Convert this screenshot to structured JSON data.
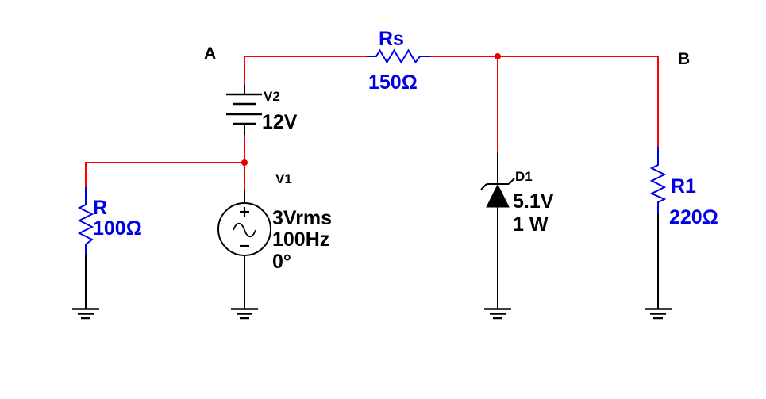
{
  "canvas": {
    "background": "#ffffff",
    "wire_color": "#ff0000",
    "component_color": "#0000f0",
    "label_blue": "#0000e0",
    "black": "#000000",
    "junction_color": "#e60000"
  },
  "nodes": {
    "a": "A",
    "b": "B"
  },
  "components": {
    "rs": {
      "ref": "Rs",
      "value": "150Ω"
    },
    "v2": {
      "ref": "V2",
      "value": "12V"
    },
    "v1": {
      "ref": "V1",
      "value_line1": "3Vrms",
      "value_line2": "100Hz",
      "value_line3": "0°",
      "plus": "+",
      "minus": "−"
    },
    "d1": {
      "ref": "D1",
      "value_line1": "5.1V",
      "value_line2": "1 W"
    },
    "r": {
      "ref": "R",
      "value": "100Ω"
    },
    "r1": {
      "ref": "R1",
      "value": "220Ω"
    }
  }
}
